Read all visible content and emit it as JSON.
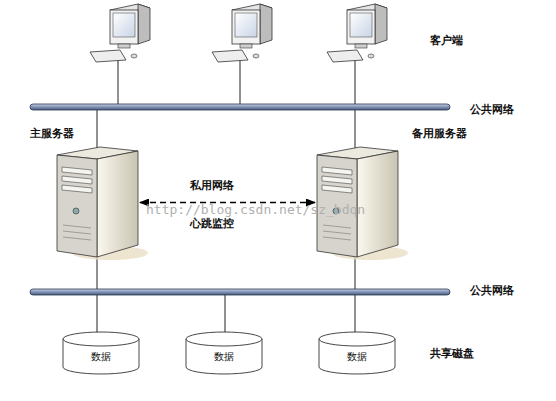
{
  "diagram": {
    "nodes": [
      {
        "text": [
          "主服务器"
        ]
      },
      {
        "text": [
          "备用服务器"
        ]
      },
      {
        "text": [
          "数据"
        ]
      },
      {
        "text": [
          "数据"
        ]
      },
      {
        "text": [
          "数据"
        ]
      }
    ],
    "edges": [
      {
        "from": 0,
        "to": 1,
        "arrow": "both",
        "label": "私用网络"
      }
    ],
    "labels": [
      "客户端",
      "公共网络",
      "心跳监控",
      "公共网络",
      "共享磁盘",
      "http://blog.csdn.net/sz_bdqn"
    ]
  }
}
